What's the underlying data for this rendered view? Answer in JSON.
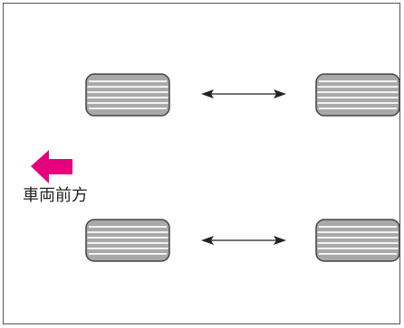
{
  "diagram": {
    "direction_label": "車両前方",
    "tires": [
      {
        "name": "front-left"
      },
      {
        "name": "rear-left"
      },
      {
        "name": "front-right"
      },
      {
        "name": "rear-right"
      }
    ],
    "rotation_arrows": [
      "front",
      "rear"
    ],
    "colors": {
      "frame": "#555555",
      "tire_fill": "#a9a9a9",
      "tire_tread": "#f2f2f2",
      "tire_outline": "#444444",
      "direction_arrow": "#e5007e",
      "rotation_arrow": "#222222"
    },
    "icons": {
      "direction": "arrow-left-icon",
      "rotation": "double-headed-arrow-icon"
    }
  }
}
